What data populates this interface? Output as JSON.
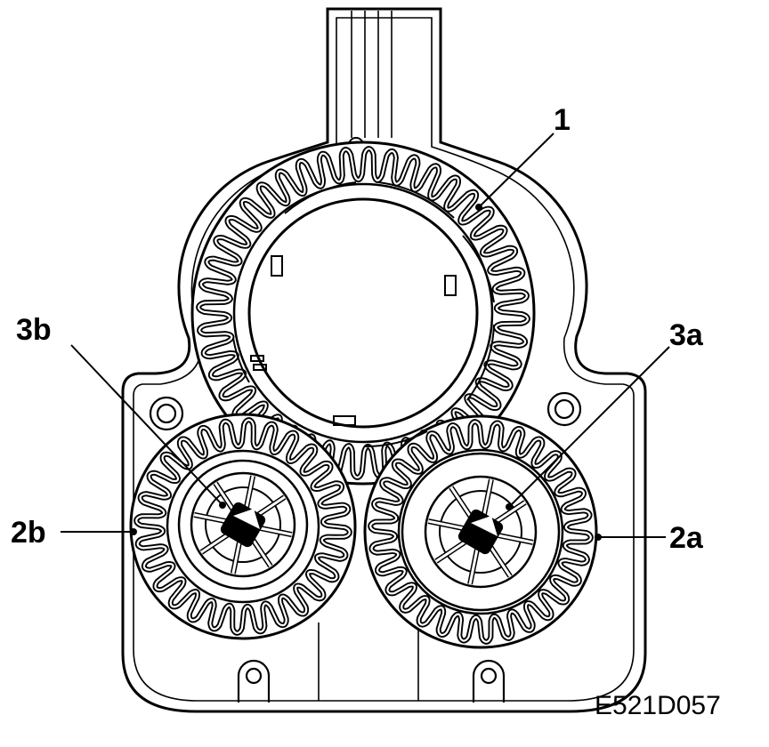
{
  "diagram": {
    "callouts": {
      "ring_gear": "1",
      "gear_right": "2a",
      "gear_left": "2b",
      "hub_right": "3a",
      "hub_left": "3b"
    },
    "figure_code": "E521D057",
    "colors": {
      "line": "#000000",
      "background": "#ffffff",
      "shaded_ring": "#8a8a8a"
    }
  }
}
